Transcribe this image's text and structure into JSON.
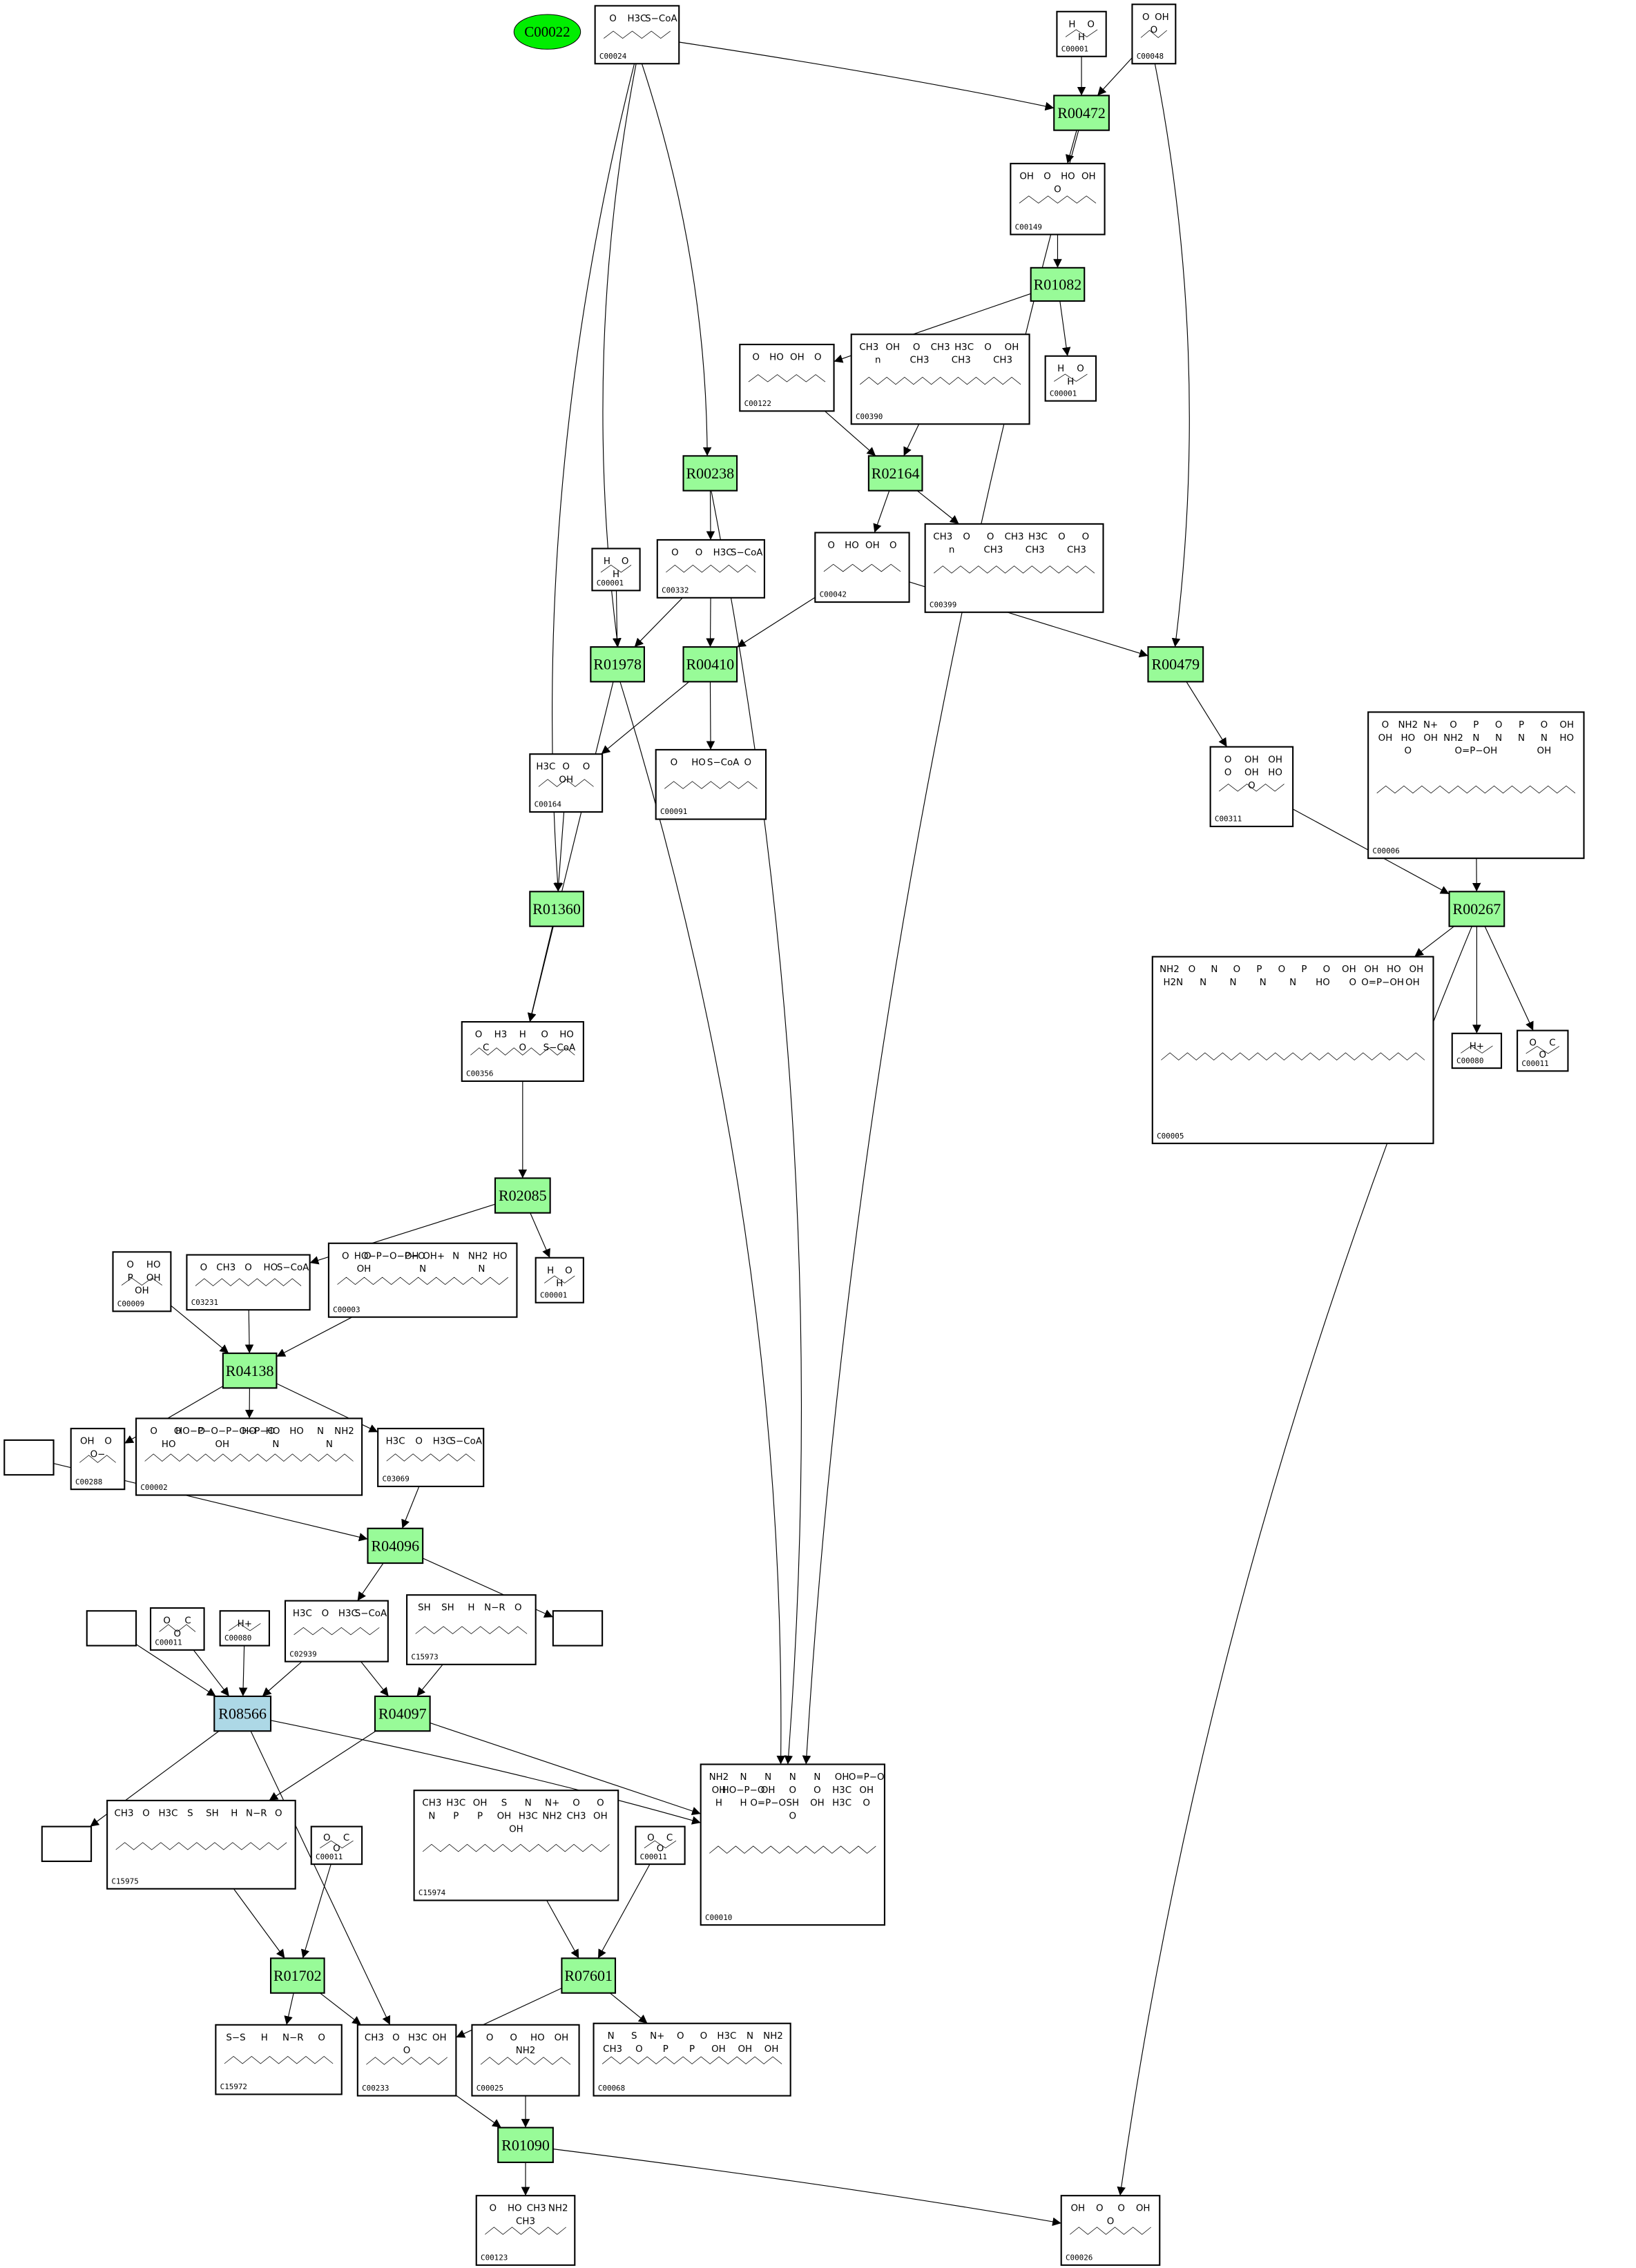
{
  "diagram": {
    "title": "Leucine degradation / pathway map",
    "colors": {
      "reaction_fill": "#98fb98",
      "reaction_highlight_fill": "#add8e6",
      "query_compound_fill": "#00ee00",
      "compound_fill": "#ffffff",
      "stroke": "#000000"
    },
    "query_compound": {
      "id": "C00022",
      "label": "C00022"
    },
    "reactions": [
      {
        "key": "R00472",
        "label": "R00472",
        "highlight": false
      },
      {
        "key": "R01082",
        "label": "R01082",
        "highlight": false
      },
      {
        "key": "R02164",
        "label": "R02164",
        "highlight": false
      },
      {
        "key": "R00238",
        "label": "R00238",
        "highlight": false
      },
      {
        "key": "R01978",
        "label": "R01978",
        "highlight": false
      },
      {
        "key": "R00410",
        "label": "R00410",
        "highlight": false
      },
      {
        "key": "R00479",
        "label": "R00479",
        "highlight": false
      },
      {
        "key": "R01360",
        "label": "R01360",
        "highlight": false
      },
      {
        "key": "R00267",
        "label": "R00267",
        "highlight": false
      },
      {
        "key": "R02085",
        "label": "R02085",
        "highlight": false
      },
      {
        "key": "R04138",
        "label": "R04138",
        "highlight": false
      },
      {
        "key": "R04096",
        "label": "R04096",
        "highlight": false
      },
      {
        "key": "R08566",
        "label": "R08566",
        "highlight": true
      },
      {
        "key": "R04097",
        "label": "R04097",
        "highlight": false
      },
      {
        "key": "R01702",
        "label": "R01702",
        "highlight": false
      },
      {
        "key": "R07601",
        "label": "R07601",
        "highlight": false
      },
      {
        "key": "R01090",
        "label": "R01090",
        "highlight": false
      }
    ],
    "compounds": [
      {
        "key": "C00024",
        "label": "C00024",
        "structure": [
          "O",
          "H3C",
          "S−CoA"
        ]
      },
      {
        "key": "C00001a",
        "label": "C00001",
        "structure": [
          "H",
          "O",
          "H"
        ]
      },
      {
        "key": "C00048",
        "label": "C00048",
        "structure": [
          "O",
          "OH",
          "O"
        ]
      },
      {
        "key": "C00149",
        "label": "C00149",
        "structure": [
          "OH",
          "O",
          "HO",
          "OH",
          "O"
        ]
      },
      {
        "key": "C00122",
        "label": "C00122",
        "structure": [
          "O",
          "HO",
          "OH",
          "O"
        ]
      },
      {
        "key": "C00390",
        "label": "C00390",
        "structure": [
          "CH3",
          "OH",
          "O",
          "CH3",
          "H3C",
          "O",
          "OH",
          "n",
          "CH3",
          "CH3",
          "CH3"
        ]
      },
      {
        "key": "C00001b",
        "label": "C00001",
        "structure": [
          "H",
          "O",
          "H"
        ]
      },
      {
        "key": "C00001c",
        "label": "C00001",
        "structure": [
          "H",
          "O",
          "H"
        ]
      },
      {
        "key": "C00332",
        "label": "C00332",
        "structure": [
          "O",
          "O",
          "H3C",
          "S−CoA"
        ]
      },
      {
        "key": "C00042",
        "label": "C00042",
        "structure": [
          "O",
          "HO",
          "OH",
          "O"
        ]
      },
      {
        "key": "C00399",
        "label": "C00399",
        "structure": [
          "CH3",
          "O",
          "O",
          "CH3",
          "H3C",
          "O",
          "O",
          "n",
          "CH3",
          "CH3",
          "CH3"
        ]
      },
      {
        "key": "C00164",
        "label": "C00164",
        "structure": [
          "H3C",
          "O",
          "O",
          "OH"
        ]
      },
      {
        "key": "C00091",
        "label": "C00091",
        "structure": [
          "O",
          "HO",
          "S−CoA",
          "O"
        ]
      },
      {
        "key": "C00311",
        "label": "C00311",
        "structure": [
          "O",
          "OH",
          "OH",
          "O",
          "OH",
          "HO",
          "O"
        ]
      },
      {
        "key": "C00006",
        "label": "C00006",
        "structure": [
          "O",
          "NH2",
          "N+",
          "O",
          "P",
          "O",
          "P",
          "O",
          "OH",
          "OH",
          "HO",
          "OH",
          "NH2",
          "N",
          "N",
          "N",
          "N",
          "HO",
          "O",
          "O=P−OH",
          "OH"
        ]
      },
      {
        "key": "C00005",
        "label": "C00005",
        "structure": [
          "NH2",
          "O",
          "N",
          "O",
          "P",
          "O",
          "P",
          "O",
          "OH",
          "OH",
          "HO",
          "OH",
          "H2N",
          "N",
          "N",
          "N",
          "N",
          "HO",
          "O",
          "O=P−OH",
          "OH"
        ]
      },
      {
        "key": "C00080a",
        "label": "C00080",
        "structure": [
          "H+"
        ]
      },
      {
        "key": "C00011a",
        "label": "C00011",
        "structure": [
          "O",
          "C",
          "O"
        ]
      },
      {
        "key": "C00356",
        "label": "C00356",
        "structure": [
          "O",
          "H3",
          "H",
          "O",
          "HO",
          "C",
          "O",
          "S−CoA"
        ]
      },
      {
        "key": "C00009",
        "label": "C00009",
        "structure": [
          "O",
          "HO",
          "P",
          "OH",
          "OH"
        ]
      },
      {
        "key": "C03231",
        "label": "C03231",
        "structure": [
          "O",
          "CH3",
          "O",
          "HO",
          "S−CoA"
        ]
      },
      {
        "key": "C00003",
        "label": "C00003",
        "structure": [
          "O",
          "O",
          "HO−P−O−P−O",
          "OH",
          "OH+",
          "N",
          "NH2",
          "HO",
          "OH",
          "N",
          "N"
        ]
      },
      {
        "key": "C00001d",
        "label": "C00001",
        "structure": [
          "H",
          "O",
          "H"
        ]
      },
      {
        "key": "C00288",
        "label": "C00288",
        "structure": [
          "OH",
          "O",
          "O−"
        ]
      },
      {
        "key": "C00002",
        "label": "C00002",
        "structure": [
          "O",
          "O",
          "O",
          "HO−P−O−P−O−P−O",
          "HO",
          "HO",
          "HO",
          "N",
          "NH2",
          "HO",
          "OH",
          "N",
          "N"
        ]
      },
      {
        "key": "C03069",
        "label": "C03069",
        "structure": [
          "H3C",
          "O",
          "H3C",
          "S−CoA"
        ]
      },
      {
        "key": "empty1",
        "label": "",
        "structure": []
      },
      {
        "key": "empty2",
        "label": "",
        "structure": []
      },
      {
        "key": "C00011b",
        "label": "C00011",
        "structure": [
          "O",
          "C",
          "O"
        ]
      },
      {
        "key": "C00080b",
        "label": "C00080",
        "structure": [
          "H+"
        ]
      },
      {
        "key": "C02939",
        "label": "C02939",
        "structure": [
          "H3C",
          "O",
          "H3C",
          "S−CoA"
        ]
      },
      {
        "key": "C15973",
        "label": "C15973",
        "structure": [
          "SH",
          "SH",
          "H",
          "N−R",
          "O"
        ]
      },
      {
        "key": "empty3",
        "label": "",
        "structure": []
      },
      {
        "key": "empty4",
        "label": "",
        "structure": []
      },
      {
        "key": "C15975",
        "label": "C15975",
        "structure": [
          "CH3",
          "O",
          "H3C",
          "S",
          "SH",
          "H",
          "N−R",
          "O"
        ]
      },
      {
        "key": "C00011c",
        "label": "C00011",
        "structure": [
          "O",
          "C",
          "O"
        ]
      },
      {
        "key": "C15974",
        "label": "C15974",
        "structure": [
          "CH3",
          "H3C",
          "OH",
          "S",
          "N",
          "N+",
          "O",
          "O",
          "N",
          "P",
          "P",
          "OH",
          "H3C",
          "NH2",
          "CH3",
          "OH",
          "OH"
        ]
      },
      {
        "key": "C00011d",
        "label": "C00011",
        "structure": [
          "O",
          "C",
          "O"
        ]
      },
      {
        "key": "C00010",
        "label": "C00010",
        "structure": [
          "NH2",
          "N",
          "N",
          "N",
          "N",
          "OH",
          "O=P−O",
          "OH",
          "HO−P−O",
          "OH",
          "O",
          "O",
          "H3C",
          "OH",
          "H",
          "H",
          "O=P−O",
          "SH",
          "OH",
          "H3C",
          "O",
          "O"
        ]
      },
      {
        "key": "C15972",
        "label": "C15972",
        "structure": [
          "S−S",
          "H",
          "N−R",
          "O"
        ]
      },
      {
        "key": "C00233",
        "label": "C00233",
        "structure": [
          "CH3",
          "O",
          "H3C",
          "OH",
          "O"
        ]
      },
      {
        "key": "C00025",
        "label": "C00025",
        "structure": [
          "O",
          "O",
          "HO",
          "OH",
          "NH2"
        ]
      },
      {
        "key": "C00068",
        "label": "C00068",
        "structure": [
          "N",
          "S",
          "N+",
          "O",
          "O",
          "H3C",
          "N",
          "NH2",
          "CH3",
          "O",
          "P",
          "P",
          "OH",
          "OH",
          "OH"
        ]
      },
      {
        "key": "C00123",
        "label": "C00123",
        "structure": [
          "O",
          "HO",
          "CH3",
          "NH2",
          "CH3"
        ]
      },
      {
        "key": "C00026",
        "label": "C00026",
        "structure": [
          "OH",
          "O",
          "O",
          "OH",
          "O"
        ]
      }
    ],
    "edges": [
      [
        "C00024",
        "R00472"
      ],
      [
        "C00001a",
        "R00472"
      ],
      [
        "C00048",
        "R00472"
      ],
      [
        "R00472",
        "C00149"
      ],
      [
        "R00472",
        "C00010"
      ],
      [
        "C00149",
        "R01082"
      ],
      [
        "R01082",
        "C00122"
      ],
      [
        "R01082",
        "C00001b"
      ],
      [
        "C00122",
        "R02164"
      ],
      [
        "C00390",
        "R02164"
      ],
      [
        "R02164",
        "C00042"
      ],
      [
        "R02164",
        "C00399"
      ],
      [
        "C00024",
        "R00238"
      ],
      [
        "R00238",
        "C00332"
      ],
      [
        "R00238",
        "C00010"
      ],
      [
        "C00024",
        "R01978"
      ],
      [
        "C00001c",
        "R01978"
      ],
      [
        "C00332",
        "R01978"
      ],
      [
        "R01978",
        "C00356"
      ],
      [
        "R01978",
        "C00010"
      ],
      [
        "C00332",
        "R00410"
      ],
      [
        "C00042",
        "R00410"
      ],
      [
        "R00410",
        "C00164"
      ],
      [
        "R00410",
        "C00091"
      ],
      [
        "C00048",
        "R00479"
      ],
      [
        "C00042",
        "R00479"
      ],
      [
        "R00479",
        "C00311"
      ],
      [
        "C00024",
        "R01360"
      ],
      [
        "C00164",
        "R01360"
      ],
      [
        "R01360",
        "C00356"
      ],
      [
        "C00311",
        "R00267"
      ],
      [
        "C00006",
        "R00267"
      ],
      [
        "R00267",
        "C00005"
      ],
      [
        "R00267",
        "C00080a"
      ],
      [
        "R00267",
        "C00011a"
      ],
      [
        "R00267",
        "C00026"
      ],
      [
        "C00356",
        "R02085"
      ],
      [
        "R02085",
        "C03231"
      ],
      [
        "R02085",
        "C00001d"
      ],
      [
        "C00009",
        "R04138"
      ],
      [
        "C03231",
        "R04138"
      ],
      [
        "C00003",
        "R04138"
      ],
      [
        "R04138",
        "C00288"
      ],
      [
        "R04138",
        "C00002"
      ],
      [
        "R04138",
        "C03069"
      ],
      [
        "empty1",
        "R04096"
      ],
      [
        "C03069",
        "R04096"
      ],
      [
        "R04096",
        "C02939"
      ],
      [
        "R04096",
        "empty3"
      ],
      [
        "empty2",
        "R08566"
      ],
      [
        "C00011b",
        "R08566"
      ],
      [
        "C00080b",
        "R08566"
      ],
      [
        "C02939",
        "R08566"
      ],
      [
        "C02939",
        "R04097"
      ],
      [
        "C15973",
        "R04097"
      ],
      [
        "R08566",
        "empty4"
      ],
      [
        "R08566",
        "C00233"
      ],
      [
        "R08566",
        "C00010"
      ],
      [
        "R04097",
        "C15975"
      ],
      [
        "R04097",
        "C00010"
      ],
      [
        "C15975",
        "R01702"
      ],
      [
        "C00011c",
        "R01702"
      ],
      [
        "R01702",
        "C15972"
      ],
      [
        "R01702",
        "C00233"
      ],
      [
        "C15974",
        "R07601"
      ],
      [
        "C00011d",
        "R07601"
      ],
      [
        "R07601",
        "C00233"
      ],
      [
        "R07601",
        "C00068"
      ],
      [
        "C00233",
        "R01090"
      ],
      [
        "C00025",
        "R01090"
      ],
      [
        "R01090",
        "C00123"
      ],
      [
        "R01090",
        "C00026"
      ]
    ]
  }
}
